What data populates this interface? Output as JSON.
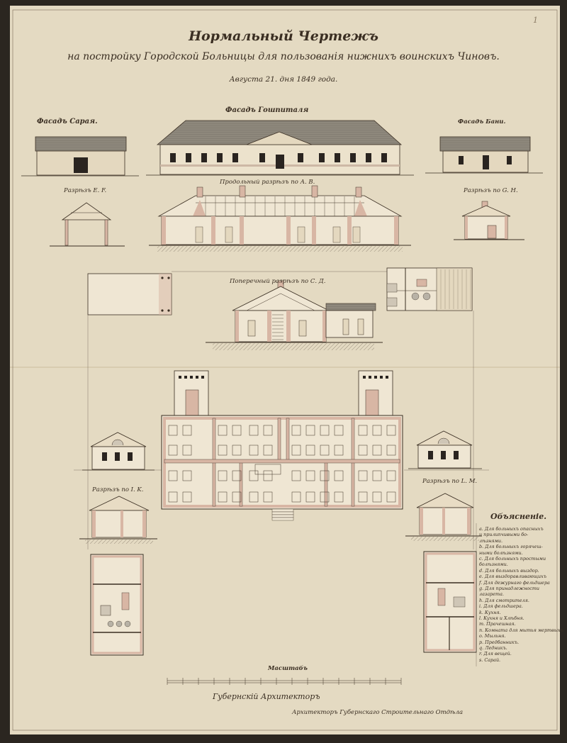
{
  "drawing": {
    "title": "Нормальный Чертежъ",
    "subtitle": "на постройку Городской Больницы для пользованія нижнихъ воинскихъ Чиновъ.",
    "date": "Августа 21. дня 1849 года.",
    "page_number": "1"
  },
  "labels": {
    "facade_shed": "Фасадъ Сарая.",
    "facade_hospital": "Фасадъ Гошпиталя",
    "facade_bath": "Фасадъ Бани.",
    "section_ef": "Разрѣзъ Е. F.",
    "section_ab": "Продольный разрѣзъ по А. В.",
    "section_gh": "Разрѣзъ по G. H.",
    "section_cd": "Поперечный разрѣзъ по С. Д.",
    "section_ik": "Разрѣзъ по I. K.",
    "section_lm": "Разрѣзъ по L. M.",
    "scale": "Масштабъ",
    "legend_title": "Объясненіе."
  },
  "legend_items": [
    "a. Для больныхъ опасныхъ",
    "и прилипчивыми бо-",
    "лѣзнями.",
    "b. Для больныхъ горячеш-",
    "ными болѣзнями.",
    "c. Для больныхъ простыми",
    "болѣзнями.",
    "d. Для больныхъ выздор.",
    "e. Для выздоравливающихъ",
    "f. Для дежурнаго фельдшера",
    "g. Для принадлежности",
    "лазарета.",
    "h. Для смотрителя.",
    "i. Для фельдшера.",
    "k. Кухня.",
    "l. Кухня и Хлѣбня.",
    "m. Прачешная.",
    "n. Комната для мытья мертвыхъ",
    "o. Мыльня.",
    "p. Предбанникъ.",
    "q. Ледникъ.",
    "r. Для вещей.",
    "s. Сарай."
  ],
  "signature": {
    "line1": "Губернскій Архитекторъ",
    "line2": "Архитекторъ Губернскаго Строительнаго Отдѣла"
  },
  "colors": {
    "paper": "#e9dfc8",
    "ink": "#3a2e22",
    "wall": "#d8b6a4",
    "roof": "#8b8478",
    "window": "#2a2420"
  }
}
